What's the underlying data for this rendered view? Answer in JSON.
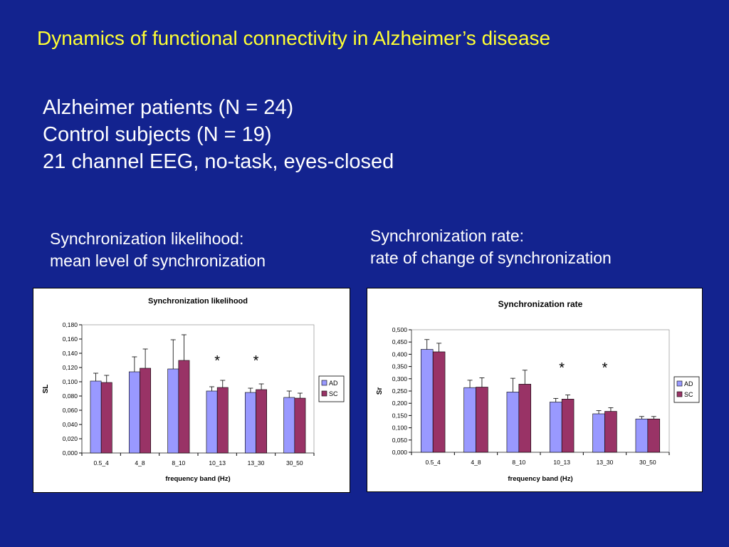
{
  "slide": {
    "title": "Dynamics of functional connectivity in Alzheimer’s disease",
    "lines": [
      "Alzheimer patients (N = 24)",
      "Control subjects (N = 19)",
      "21 channel EEG, no-task, eyes-closed"
    ],
    "caption_left": [
      "Synchronization likelihood:",
      "mean level of synchronization"
    ],
    "caption_right": [
      "Synchronization rate:",
      "rate of change of synchronization"
    ]
  },
  "colors": {
    "background": "#13238f",
    "title": "#ffff33",
    "text": "#ffffff",
    "series_ad": "#9999ff",
    "series_sc": "#993366"
  },
  "chart_data": [
    {
      "type": "bar",
      "title": "Synchronization likelihood",
      "xlabel": "frequency band (Hz)",
      "ylabel": "SL",
      "categories": [
        "0.5_4",
        "4_8",
        "8_10",
        "10_13",
        "13_30",
        "30_50"
      ],
      "ylim": [
        0,
        0.18
      ],
      "yticks": [
        "0,000",
        "0,020",
        "0,040",
        "0,060",
        "0,080",
        "0,100",
        "0,120",
        "0,140",
        "0,160",
        "0,180"
      ],
      "series": [
        {
          "name": "AD",
          "values": [
            0.101,
            0.114,
            0.118,
            0.087,
            0.085,
            0.078
          ],
          "error": [
            0.011,
            0.021,
            0.041,
            0.006,
            0.006,
            0.009
          ]
        },
        {
          "name": "SC",
          "values": [
            0.099,
            0.119,
            0.13,
            0.092,
            0.089,
            0.077
          ],
          "error": [
            0.01,
            0.027,
            0.036,
            0.01,
            0.008,
            0.007
          ]
        }
      ],
      "annotations": [
        {
          "text": "*",
          "category": "10_13"
        },
        {
          "text": "*",
          "category": "13_30"
        }
      ],
      "legend": "right",
      "grid": false
    },
    {
      "type": "bar",
      "title": "Synchronization rate",
      "xlabel": "frequency band (Hz)",
      "ylabel": "Sr",
      "categories": [
        "0.5_4",
        "4_8",
        "8_10",
        "10_13",
        "13_30",
        "30_50"
      ],
      "ylim": [
        0,
        0.5
      ],
      "yticks": [
        "0,000",
        "0,050",
        "0,100",
        "0,150",
        "0,200",
        "0,250",
        "0,300",
        "0,350",
        "0,400",
        "0,450",
        "0,500"
      ],
      "series": [
        {
          "name": "AD",
          "values": [
            0.42,
            0.264,
            0.246,
            0.205,
            0.157,
            0.136
          ],
          "error": [
            0.04,
            0.03,
            0.056,
            0.015,
            0.013,
            0.01
          ]
        },
        {
          "name": "SC",
          "values": [
            0.41,
            0.266,
            0.278,
            0.217,
            0.167,
            0.136
          ],
          "error": [
            0.035,
            0.038,
            0.057,
            0.017,
            0.015,
            0.01
          ]
        }
      ],
      "annotations": [
        {
          "text": "*",
          "category": "10_13"
        },
        {
          "text": "*",
          "category": "13_30"
        }
      ],
      "legend": "right",
      "grid": false
    }
  ]
}
